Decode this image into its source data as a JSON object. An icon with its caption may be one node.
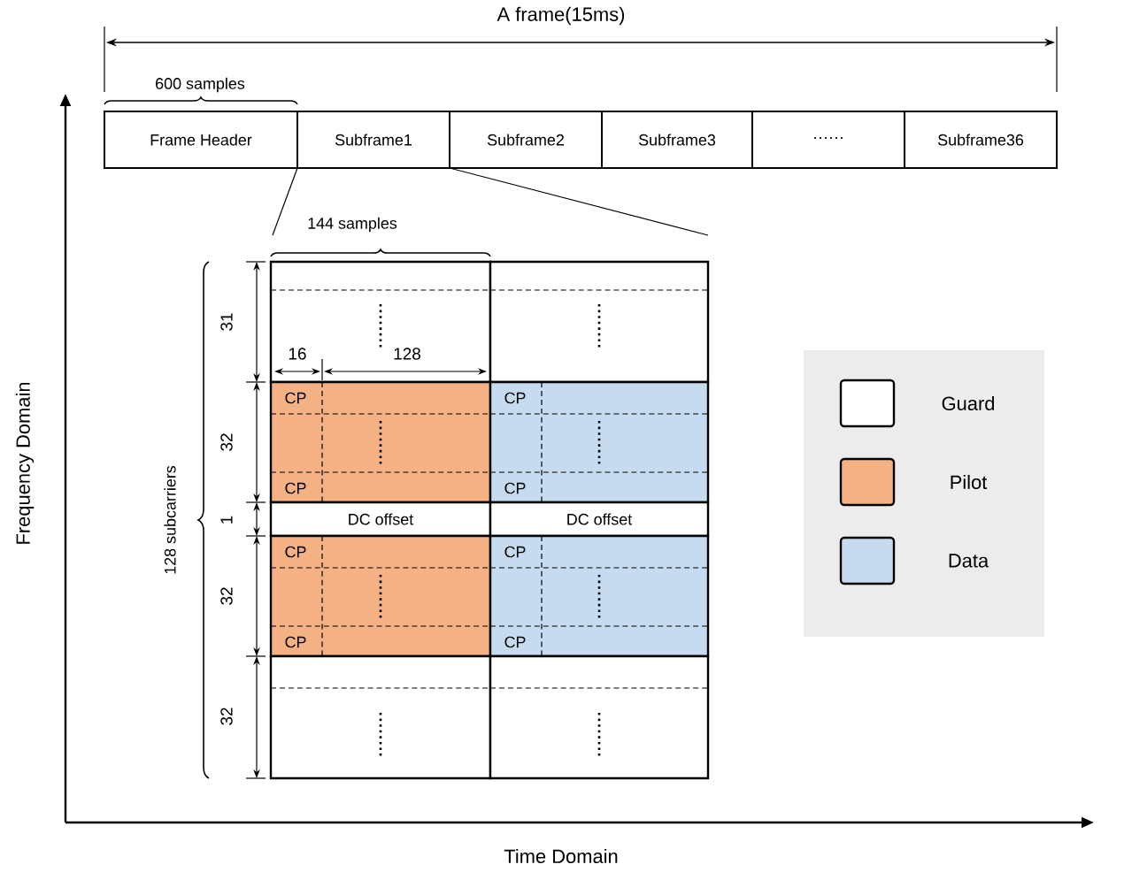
{
  "diagram": {
    "nodes": [
      {
        "text": [
          "Frame Header"
        ]
      },
      {
        "text": [
          "Subframe1"
        ]
      },
      {
        "text": [
          "Subframe2"
        ]
      },
      {
        "text": [
          "Subframe3"
        ]
      },
      {
        "text": [
          "······"
        ]
      },
      {
        "text": [
          "Subframe36"
        ]
      },
      {
        "text": [],
        "shape": "box"
      },
      {
        "text": [],
        "shape": "box"
      },
      {
        "text": [
          "CP",
          "CP"
        ]
      },
      {
        "text": [
          "CP",
          "CP"
        ]
      },
      {
        "text": [
          "DC offset"
        ]
      },
      {
        "text": [
          "DC offset"
        ]
      },
      {
        "text": [
          "CP",
          "CP"
        ]
      },
      {
        "text": [
          "CP",
          "CP"
        ]
      },
      {
        "text": [],
        "shape": "box"
      },
      {
        "text": [],
        "shape": "box"
      }
    ],
    "labels": [
      "A frame(15ms)",
      "600 samples",
      "144 samples",
      "16",
      "128",
      "31",
      "32",
      "1",
      "32",
      "32",
      "128 subcarriers",
      "Frequency Domain",
      "Time Domain"
    ],
    "legend": [
      {
        "text": "Guard",
        "color": "#ffffff"
      },
      {
        "text": "Pilot",
        "color": "#f4b183"
      },
      {
        "text": "Data",
        "color": "#c6dbef"
      }
    ]
  }
}
